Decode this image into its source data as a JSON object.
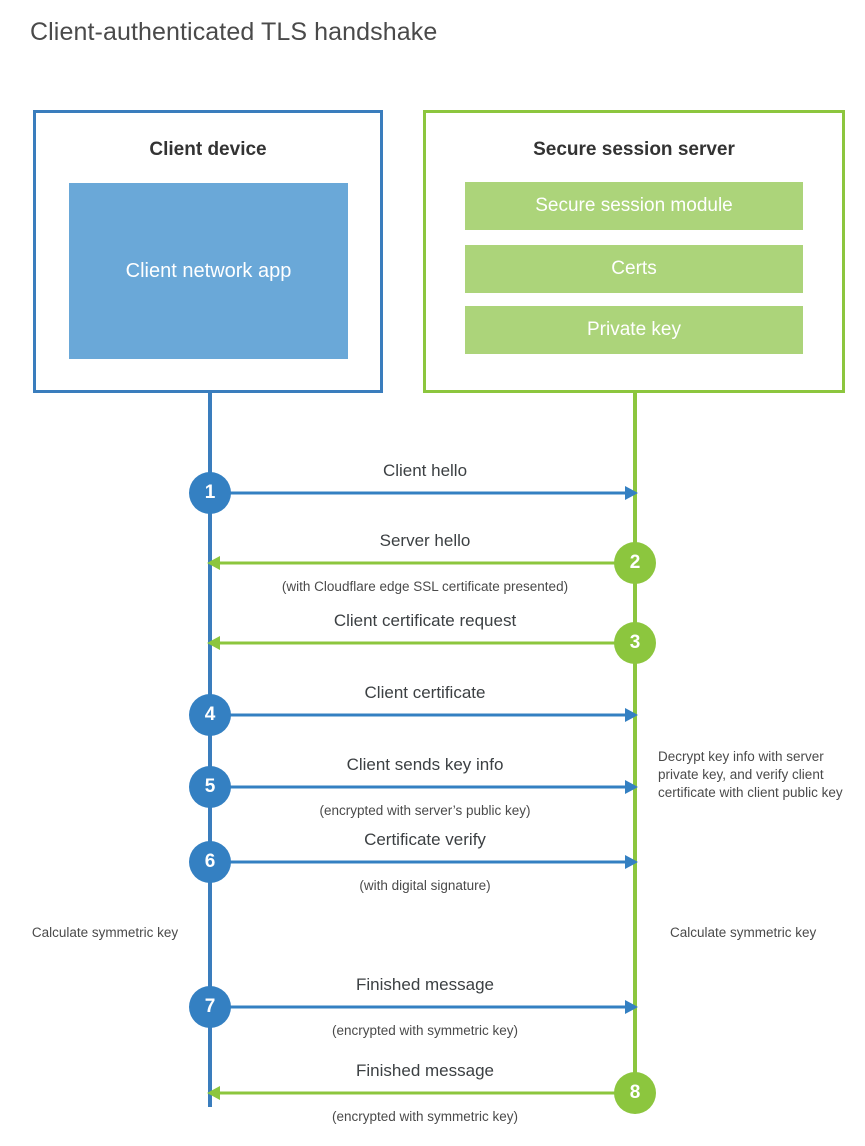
{
  "title": "Client-authenticated TLS handshake",
  "colors": {
    "client_accent": "#3a7dbd",
    "client_badge": "#3480c2",
    "client_app_fill": "#6aa8d8",
    "server_accent": "#8cc63e",
    "server_bar_fill": "#acd47a",
    "text": "#3c4043",
    "background": "#ffffff"
  },
  "client": {
    "title": "Client device",
    "app_label": "Client network app"
  },
  "server": {
    "title": "Secure session server",
    "components": [
      "Secure session module",
      "Certs",
      "Private key"
    ]
  },
  "steps": [
    {
      "number": "1",
      "label": "Client hello",
      "sub": "",
      "direction": "client-to-server",
      "color": "blue"
    },
    {
      "number": "2",
      "label": "Server hello",
      "sub": "(with Cloudflare edge SSL certificate presented)",
      "direction": "server-to-client",
      "color": "green"
    },
    {
      "number": "3",
      "label": "Client certificate request",
      "sub": "",
      "direction": "server-to-client",
      "color": "green"
    },
    {
      "number": "4",
      "label": "Client certificate",
      "sub": "",
      "direction": "client-to-server",
      "color": "blue"
    },
    {
      "number": "5",
      "label": "Client sends key info",
      "sub": "(encrypted with server’s public key)",
      "direction": "client-to-server",
      "color": "blue"
    },
    {
      "number": "6",
      "label": "Certificate verify",
      "sub": "(with digital signature)",
      "direction": "client-to-server",
      "color": "blue"
    },
    {
      "number": "7",
      "label": "Finished message",
      "sub": "(encrypted with symmetric key)",
      "direction": "client-to-server",
      "color": "blue"
    },
    {
      "number": "8",
      "label": "Finished message",
      "sub": "(encrypted with symmetric key)",
      "direction": "server-to-client",
      "color": "green"
    }
  ],
  "notes": {
    "decrypt": "Decrypt key info with server private key, and verify client certificate with client public key",
    "calculate_symmetric_key_client": "Calculate symmetric key",
    "calculate_symmetric_key_server": "Calculate symmetric key"
  }
}
